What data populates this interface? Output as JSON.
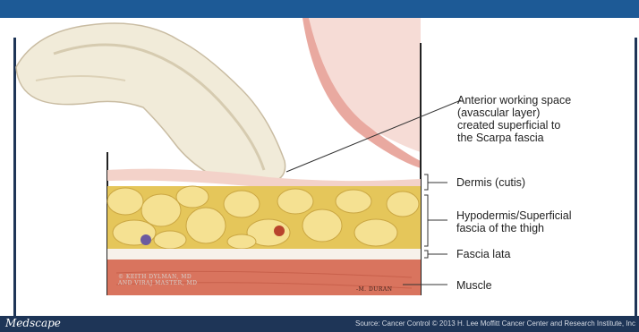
{
  "labels": {
    "anterior_space": "Anterior working space\n(avascular layer)\ncreated superficial to\nthe Scarpa fascia",
    "dermis": "Dermis (cutis)",
    "hypodermis": "Hypodermis/Superficial\nfascia of the thigh",
    "fascia_lata": "Fascia lata",
    "muscle": "Muscle"
  },
  "signatures": {
    "authors": "© KEITH DYLMAN, MD\nAND VIRAJ MASTER, MD",
    "artist": "-M. DURAN"
  },
  "footer": {
    "logo": "Medscape",
    "source": "Source: Cancer Control © 2013 H. Lee Moffitt Cancer Center and Research Institute, Inc"
  },
  "colors": {
    "top_bar": "#1d5a96",
    "footer": "#1e3557",
    "fat": "#f2dc7a",
    "muscle": "#d9745e",
    "skin": "#f6dcd6"
  }
}
